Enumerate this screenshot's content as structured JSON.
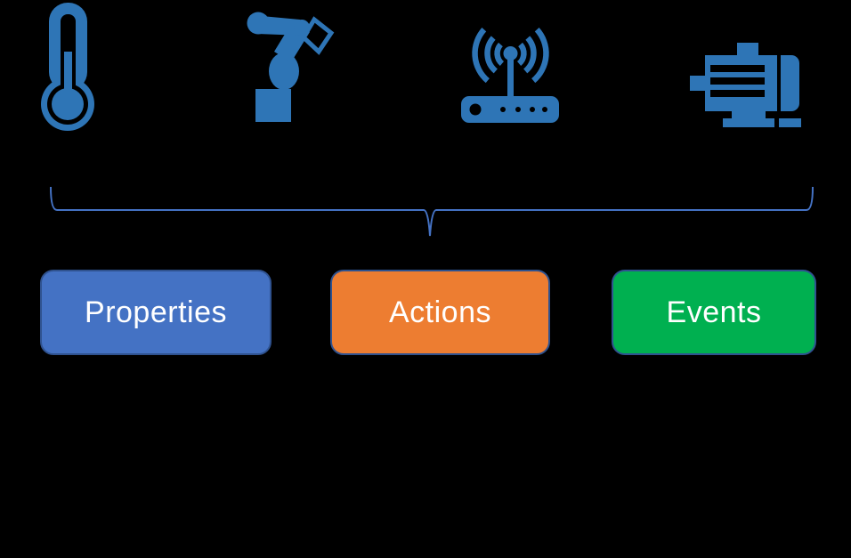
{
  "colors": {
    "bg": "#000000",
    "icon-blue": "#2E75B6",
    "brace-blue": "#4472C4",
    "box-border": "#2F528F",
    "label-text": "#FFFFFF"
  },
  "icons": [
    {
      "name": "thermometer-icon"
    },
    {
      "name": "robot-arm-icon"
    },
    {
      "name": "wireless-router-icon"
    },
    {
      "name": "electric-motor-icon"
    }
  ],
  "brace": {
    "shape": "curly-brace-pointing-down",
    "color": "#4472C4"
  },
  "boxes": [
    {
      "label": "Properties",
      "fill": "#4472C4"
    },
    {
      "label": "Actions",
      "fill": "#ED7D31"
    },
    {
      "label": "Events",
      "fill": "#00B050"
    }
  ]
}
